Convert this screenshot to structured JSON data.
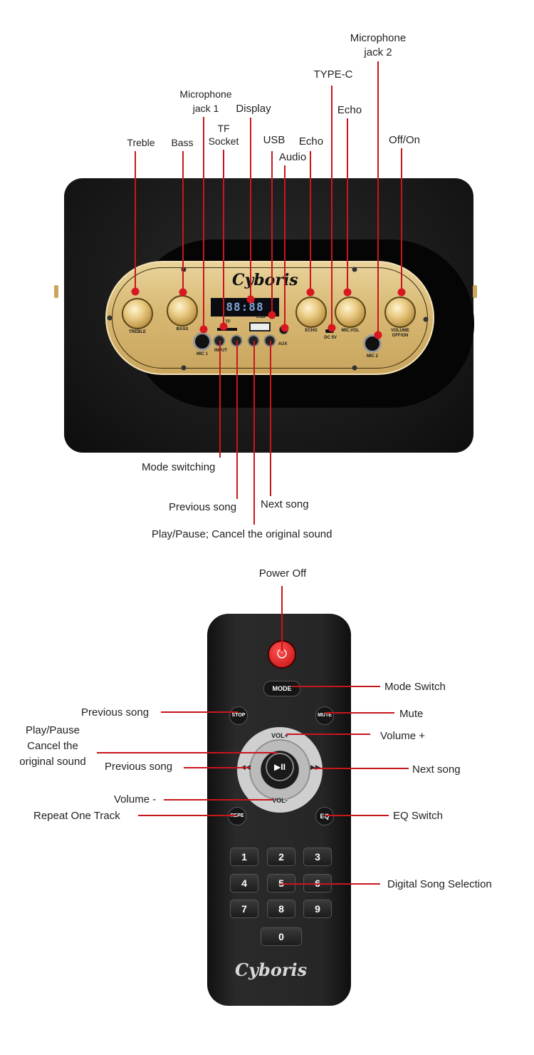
{
  "speaker": {
    "brand": "Cyboris",
    "display_digits": "88:88",
    "panel_labels": {
      "treble": "TREBLE",
      "bass": "BASS",
      "mic1": "MIC 1",
      "tf": "TF",
      "input": "INPUT",
      "usb": "USB",
      "aux": "AUX",
      "echo": "ECHO",
      "dc": "DC 5V",
      "micvol": "MIC.VOL",
      "mic2": "MIC 2",
      "volume": "VOLUME",
      "offon": "OFF/ON"
    },
    "callouts": {
      "treble": "Treble",
      "bass": "Bass",
      "mic_jack_1_line1": "Microphone",
      "mic_jack_1_line2": "jack 1",
      "tf_socket_line1": "TF",
      "tf_socket_line2": "Socket",
      "display": "Display",
      "usb": "USB",
      "audio": "Audio",
      "type_c": "TYPE-C",
      "echo_top": "Echo",
      "echo_right": "Echo",
      "mic_jack_2_line1": "Microphone",
      "mic_jack_2_line2": "jack 2",
      "off_on": "Off/On",
      "mode_switching": "Mode switching",
      "previous_song": "Previous song",
      "next_song": "Next song",
      "play_pause": "Play/Pause; Cancel the original sound"
    }
  },
  "remote": {
    "brand": "Cyboris",
    "buttons": {
      "mode": "MODE",
      "stop": "STOP",
      "mute": "MUTE",
      "vol_plus": "VOL+",
      "vol_minus": "VOL-",
      "repeat": "REPE",
      "eq": "EQ",
      "prev": "◀◀",
      "next": "▶▶",
      "play": "▶II"
    },
    "numbers": [
      "1",
      "2",
      "3",
      "4",
      "5",
      "6",
      "7",
      "8",
      "9",
      "0"
    ],
    "callouts": {
      "power_off": "Power Off",
      "mode_switch": "Mode Switch",
      "previous_song_top": "Previous song",
      "mute": "Mute",
      "play_pause_line1": "Play/Pause",
      "play_pause_line2": "Cancel the",
      "play_pause_line3": "original sound",
      "volume_plus": "Volume +",
      "previous_song": "Previous song",
      "next_song": "Next song",
      "volume_minus": "Volume -",
      "repeat_one": "Repeat One Track",
      "eq_switch": "EQ Switch",
      "digital_selection": "Digital Song Selection"
    }
  },
  "colors": {
    "callout": "#c8161d",
    "panel_gold": "#d7b873"
  }
}
